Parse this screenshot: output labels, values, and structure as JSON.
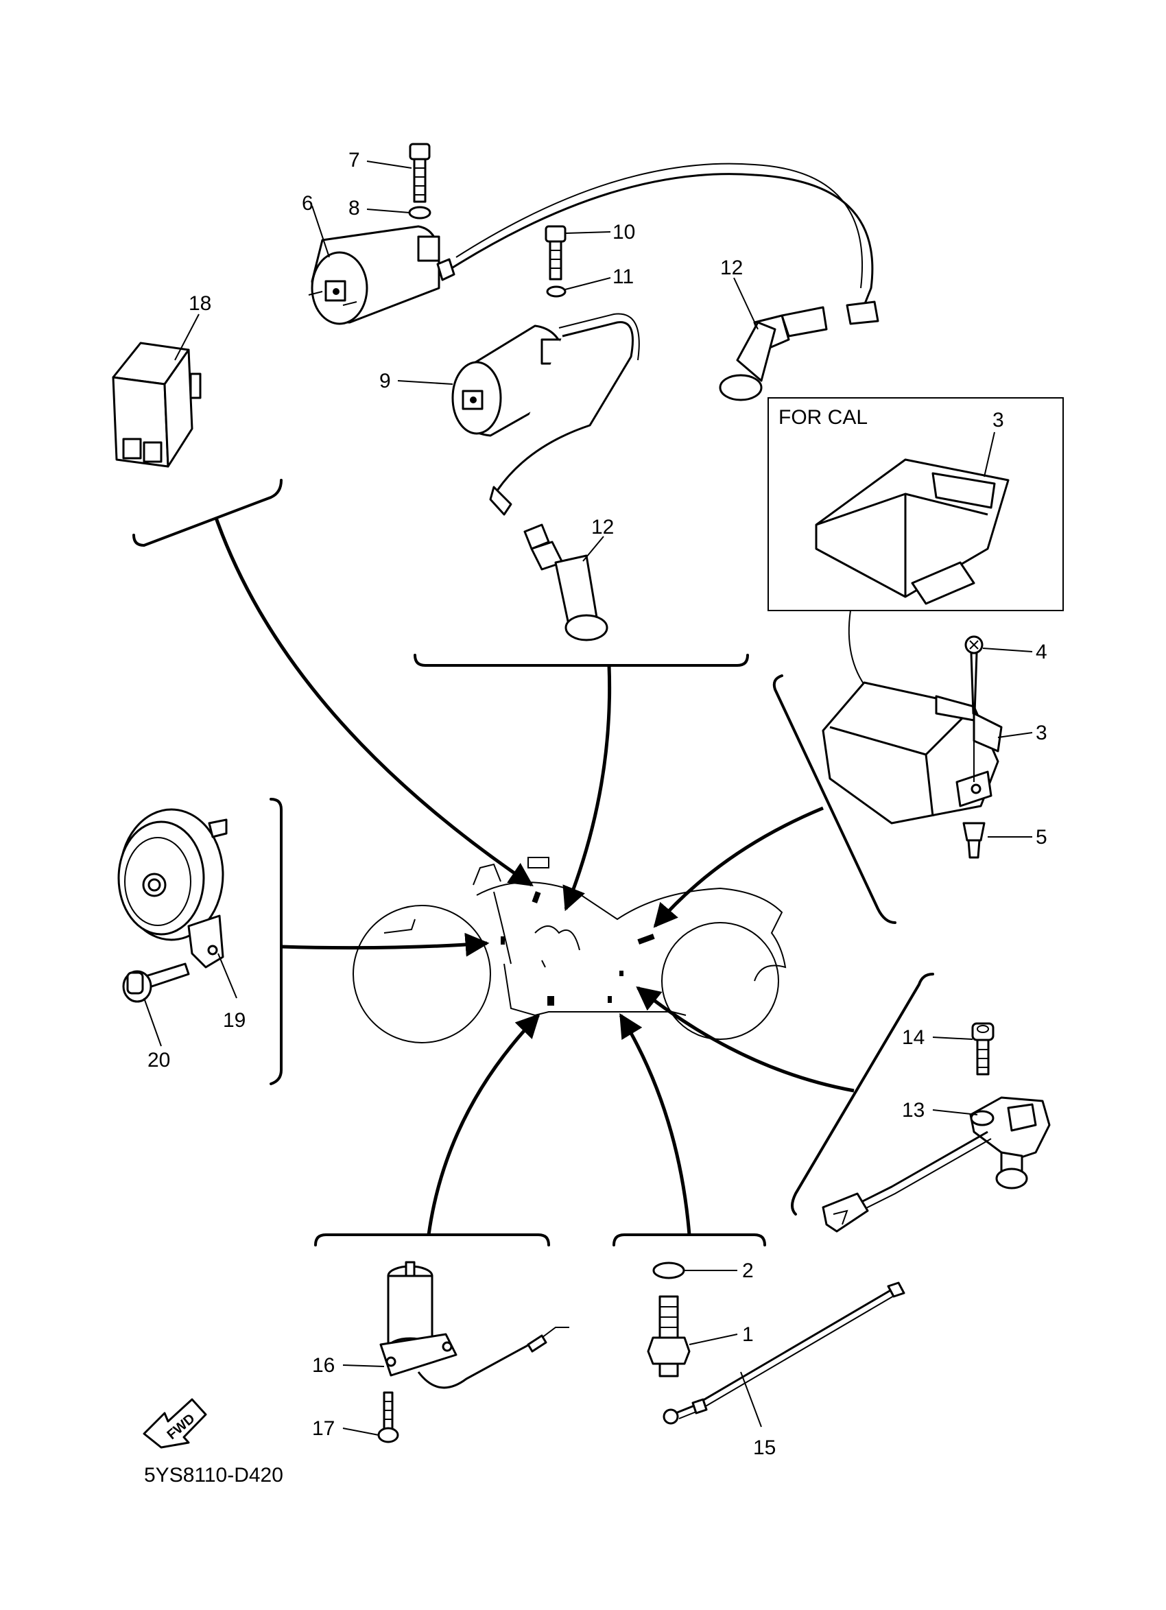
{
  "diagram": {
    "drawing_code": "5YS8110-D420",
    "inset_title": "FOR CAL",
    "fwd_label": "FWD",
    "callouts": {
      "c1": "1",
      "c2": "2",
      "c3a": "3",
      "c3b": "3",
      "c4": "4",
      "c5": "5",
      "c6": "6",
      "c7": "7",
      "c8": "8",
      "c9": "9",
      "c10": "10",
      "c11": "11",
      "c12a": "12",
      "c12b": "12",
      "c13": "13",
      "c14": "14",
      "c15": "15",
      "c16": "16",
      "c17": "17",
      "c18": "18",
      "c19": "19",
      "c20": "20"
    }
  }
}
